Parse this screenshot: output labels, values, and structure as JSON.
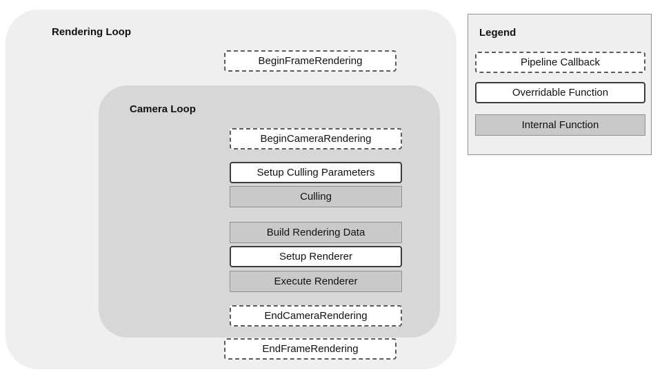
{
  "diagram": {
    "rendering_loop": {
      "title": "Rendering Loop",
      "begin_frame": {
        "label": "BeginFrameRendering",
        "type": "callback"
      },
      "end_frame": {
        "label": "EndFrameRendering",
        "type": "callback"
      },
      "camera_loop": {
        "title": "Camera Loop",
        "steps": [
          {
            "label": "BeginCameraRendering",
            "type": "callback"
          },
          {
            "label": "Setup Culling Parameters",
            "type": "overridable"
          },
          {
            "label": "Culling",
            "type": "internal"
          },
          {
            "label": "Build Rendering Data",
            "type": "internal"
          },
          {
            "label": "Setup Renderer",
            "type": "overridable"
          },
          {
            "label": "Execute Renderer",
            "type": "internal"
          },
          {
            "label": "EndCameraRendering",
            "type": "callback"
          }
        ]
      }
    },
    "legend": {
      "title": "Legend",
      "items": [
        {
          "label": "Pipeline Callback",
          "type": "callback"
        },
        {
          "label": "Overridable Function",
          "type": "overridable"
        },
        {
          "label": "Internal Function",
          "type": "internal"
        }
      ]
    },
    "colors": {
      "outer_loop_bg": "#efefef",
      "camera_loop_bg": "#d7d7d7",
      "internal_fill": "#c9c9c9",
      "node_fill": "#ffffff",
      "border": "#3c3c3c"
    }
  }
}
